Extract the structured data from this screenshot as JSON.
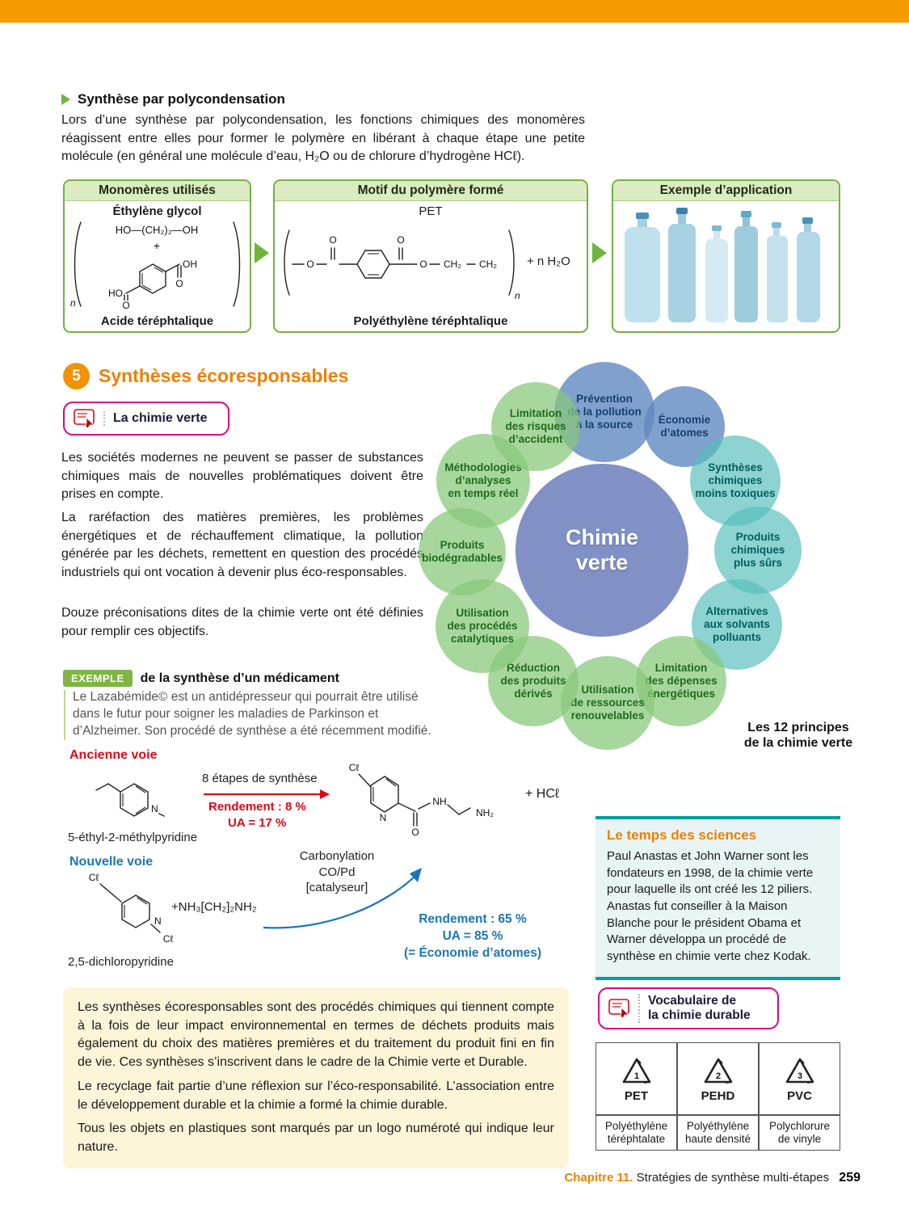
{
  "colors": {
    "accent_orange": "#F39200",
    "green": "#76B043",
    "pink": "#E6007E",
    "teal": "#009E9E",
    "red": "#E30613",
    "blue": "#1B75BC",
    "yellow_bg": "#FCF5D8",
    "bubble_blue": "#608AC0",
    "bubble_teal": "#56BEBB",
    "bubble_green": "#86C779",
    "center_circle": "#8191C6"
  },
  "polycondensation": {
    "heading": "Synthèse par polycondensation",
    "intro": "Lors d’une synthèse par polycondensation, les fonctions chimiques des monomères réagissent entre elles pour former le polymère en libérant à chaque étape une petite molécule (en général une molécule d’eau, H₂O ou de chlorure d’hydrogène HCℓ).",
    "monomer_box": {
      "title": "Monomères utilisés",
      "glycol_name": "Éthylène glycol",
      "glycol_formula": "HO—(CH₂)₂—OH",
      "plus": "+",
      "acid_caption": "Acide téréphtalique",
      "labels": {
        "oh": "OH",
        "o_top": "O",
        "ho": "HO",
        "o_bottom": "O",
        "n": "n"
      }
    },
    "polymer_box": {
      "title": "Motif du polymère formé",
      "pet_label": "PET",
      "byproduct": "+ n H₂O",
      "caption": "Polyéthylène téréphtalique",
      "labels": {
        "o1": "O",
        "o2": "O",
        "o3": "O",
        "o4": "O",
        "ch2a": "CH₂",
        "ch2b": "CH₂",
        "n": "n"
      }
    },
    "application_box": {
      "title": "Exemple d’application"
    }
  },
  "section5": {
    "number": "5",
    "title": "Synthèses écoresponsables",
    "badge": "La chimie verte",
    "paragraphs": [
      "Les sociétés modernes ne peuvent se passer de substances chimiques mais de nouvelles problématiques doivent être prises en compte.",
      "La raréfaction des matières premières, les problèmes énergétiques et de réchauffement climatique, la pollution générée par les déchets, remettent en question des procédés industriels qui ont vocation à devenir plus éco-responsables.",
      "Douze préconisations dites de la chimie verte ont été définies pour remplir ces objectifs."
    ]
  },
  "diagram": {
    "center": "Chimie\nverte",
    "caption": "Les 12 principes\nde la chimie verte",
    "bubbles": [
      {
        "label": "Prévention\nde la pollution\nà la source"
      },
      {
        "label": "Économie\nd’atomes"
      },
      {
        "label": "Synthèses\nchimiques\nmoins toxiques"
      },
      {
        "label": "Produits\nchimiques\nplus sûrs"
      },
      {
        "label": "Alternatives\naux solvants\npolluants"
      },
      {
        "label": "Limitation\ndes dépenses\nénergétiques"
      },
      {
        "label": "Utilisation\nde ressources\nrenouvelables"
      },
      {
        "label": "Réduction\ndes produits\ndérivés"
      },
      {
        "label": "Utilisation\ndes procédés\ncatalytiques"
      },
      {
        "label": "Produits\nbiodégradables"
      },
      {
        "label": "Méthodologies\nd’analyses\nen temps réel"
      },
      {
        "label": "Limitation\ndes risques\nd’accident"
      }
    ]
  },
  "exemple": {
    "badge": "EXEMPLE",
    "heading": "de la synthèse d’un médicament",
    "body": "Le Lazabémide© est un antidépresseur qui pourrait être utilisé dans le futur pour soigner les maladies de Parkinson et d’Alzheimer. Son procédé de synthèse a été récemment modifié.",
    "ancienne": {
      "label": "Ancienne voie",
      "steps": "8 étapes de synthèse",
      "rendement": "Rendement : 8 %",
      "ua": "UA = 17 %",
      "reactant": "5-éthyl-2-méthylpyridine",
      "byproduct": "+ HCℓ",
      "atoms": {
        "n": "N",
        "cl": "Cℓ",
        "n2": "N",
        "o": "O",
        "nh": "NH",
        "nh2": "NH₂"
      }
    },
    "nouvelle": {
      "label": "Nouvelle voie",
      "carbonylation_1": "Carbonylation",
      "carbonylation_2": "CO/Pd",
      "carbonylation_3": "[catalyseur]",
      "amine": "+NH₃[CH₂]₂NH₂",
      "rendement": "Rendement : 65 %",
      "ua": "UA = 85 %",
      "economie": "(= Économie d’atomes)",
      "reactant": "2,5-dichloropyridine",
      "atoms": {
        "cl1": "Cℓ",
        "cl2": "Cℓ",
        "n": "N"
      }
    }
  },
  "temps_sciences": {
    "title": "Le temps des sciences",
    "body": "Paul Anastas et John Warner sont les fondateurs en 1998, de la chimie verte pour laquelle ils ont créé les 12 piliers. Anastas fut conseiller à la Maison Blanche pour le président Obama et Warner développa un procédé de synthèse en chimie verte chez Kodak."
  },
  "summary_box": {
    "p1": "Les synthèses écoresponsables sont des procédés chimiques qui tiennent compte à la fois de leur impact environnemental en termes de déchets produits mais également du choix des matières premières et du traitement du produit fini en fin de vie. Ces synthèses s’inscrivent dans le cadre de la Chimie verte et Durable.",
    "p2": "Le recyclage fait partie d’une réflexion sur l’éco-responsabilité. L’association entre le développement durable et la chimie a formé la chimie durable.",
    "p3": "Tous les objets en plastiques sont marqués par un logo numéroté qui indique leur nature."
  },
  "vocab_badge": {
    "label": "Vocabulaire de\nla chimie durable"
  },
  "recycling": {
    "items": [
      {
        "num": "1",
        "code": "PET",
        "name": "Polyéthylène\ntéréphtalate"
      },
      {
        "num": "2",
        "code": "PEHD",
        "name": "Polyéthylène\nhaute densité"
      },
      {
        "num": "3",
        "code": "PVC",
        "name": "Polychlorure\nde vinyle"
      }
    ]
  },
  "footer": {
    "chapter": "Chapitre 11.",
    "title": "Stratégies de synthèse multi-étapes",
    "page": "259"
  }
}
